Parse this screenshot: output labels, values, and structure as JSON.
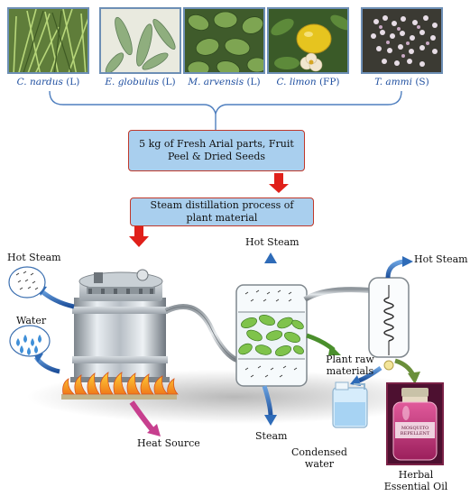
{
  "plants": [
    {
      "name": "C. nardus",
      "part": "(L)"
    },
    {
      "name": "E. globulus",
      "part": "(L)"
    },
    {
      "name": "M. arvensis",
      "part": "(L)"
    },
    {
      "name": "C. limon",
      "part": "(FP)"
    },
    {
      "name": "T. ammi",
      "part": "(S)"
    }
  ],
  "boxes": {
    "input": "5 kg of Fresh Arial parts, Fruit Peel & Dried Seeds",
    "process": "Steam distillation process of plant material"
  },
  "labels": {
    "hot_steam_left": "Hot Steam",
    "water": "Water",
    "heat_source": "Heat Source",
    "hot_steam_mid": "Hot Steam",
    "steam": "Steam",
    "plant_raw": "Plant raw materials",
    "hot_steam_right": "Hot Steam",
    "condensed_water": "Condensed water",
    "essential_oil": "Herbal Essential Oil",
    "bottle_label": "MOSQUITO REPELLENT"
  },
  "colors": {
    "box_fill": "#a9cfee",
    "box_border": "#c0392b",
    "arrow_red": "#e0201a",
    "arrow_blue": "#2e6bb8",
    "caption_blue": "#1f4fa0"
  }
}
